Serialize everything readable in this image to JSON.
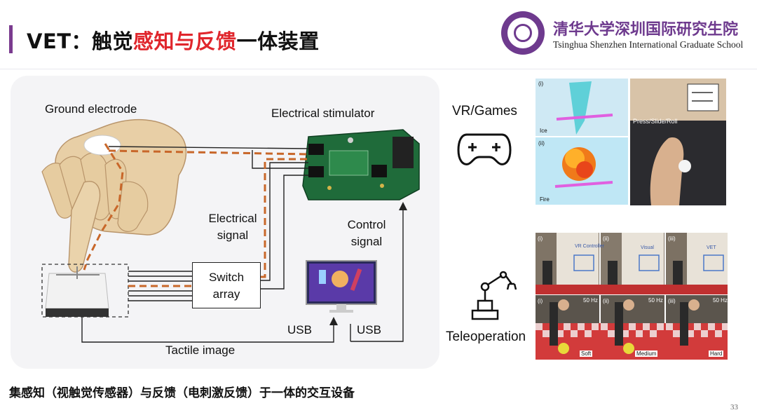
{
  "slide": {
    "title_prefix": "VET：触觉",
    "title_highlight": "感知与反馈",
    "title_suffix": "一体装置",
    "logo_cn": "清华大学深圳国际研究生院",
    "logo_en": "Tsinghua Shenzhen International Graduate School",
    "caption": "集感知（视触觉传感器）与反馈（电刺激反馈）于一体的交互设备",
    "page_number": "33"
  },
  "diagram": {
    "ground_electrode": "Ground electrode",
    "electrical_stimulator": "Electrical stimulator",
    "electrical_signal_l1": "Electrical",
    "electrical_signal_l2": "signal",
    "control_signal_l1": "Control",
    "control_signal_l2": "signal",
    "switch_l1": "Switch",
    "switch_l2": "array",
    "usb_1": "USB",
    "usb_2": "USB",
    "tactile_image": "Tactile image"
  },
  "applications": {
    "vr_label": "VR/Games",
    "tele_label": "Teleoperation",
    "vr_panel_i": "(i)",
    "vr_panel_ii": "(ii)",
    "vr_ice": "Ice",
    "vr_fire": "Fire",
    "press_slide_roll": "Press/Slide/Roll",
    "tele_top": [
      "(i)",
      "(ii)",
      "(iii)"
    ],
    "tele_bottom": [
      "(i)",
      "(ii)",
      "(iii)"
    ],
    "tele_overlay_1": "VR Controller",
    "tele_overlay_2": "Visual",
    "tele_overlay_3": "VET",
    "tele_hz_1": "50 Hz",
    "tele_hz_2": "50 Hz",
    "tele_hz_3": "50 Hz",
    "tele_soft": "Soft",
    "tele_medium": "Medium",
    "tele_hard": "Hard"
  },
  "colors": {
    "title_highlight": "#e0262c",
    "accent_bar": "#7a3b8f",
    "logo": "#6e3a8e",
    "signal_path": "#c8672a",
    "pcb": "#1f6b3a"
  }
}
